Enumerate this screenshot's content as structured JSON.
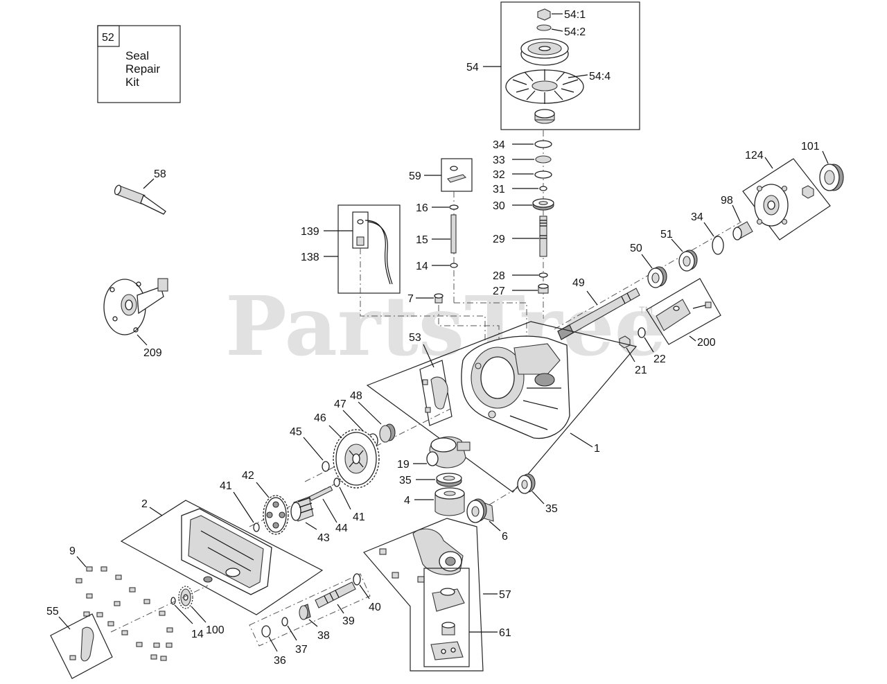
{
  "watermark": {
    "brand": "PartsTree",
    "tm": "TM"
  },
  "kit": {
    "number": "52",
    "line1": "Seal",
    "line2": "Repair",
    "line3": "Kit"
  },
  "callouts": {
    "c54_1": "54:1",
    "c54_2": "54:2",
    "c54": "54",
    "c54_4": "54:4",
    "c34a": "34",
    "c33": "33",
    "c32": "32",
    "c31": "31",
    "c30": "30",
    "c29": "29",
    "c28": "28",
    "c27": "27",
    "c59": "59",
    "c16": "16",
    "c15": "15",
    "c14a": "14",
    "c7": "7",
    "c139": "139",
    "c138": "138",
    "c58": "58",
    "c209": "209",
    "c124": "124",
    "c101": "101",
    "c98": "98",
    "c34b": "34",
    "c51": "51",
    "c50": "50",
    "c49": "49",
    "c200": "200",
    "c22": "22",
    "c21": "21",
    "c53": "53",
    "c1": "1",
    "c48": "48",
    "c47": "47",
    "c46": "46",
    "c45": "45",
    "c19": "19",
    "c35a": "35",
    "c35b": "35",
    "c4": "4",
    "c6": "6",
    "c42": "42",
    "c41a": "41",
    "c41b": "41",
    "c44": "44",
    "c43": "43",
    "c2": "2",
    "c9": "9",
    "c57": "57",
    "c61": "61",
    "c40": "40",
    "c39": "39",
    "c38": "38",
    "c37": "37",
    "c36": "36",
    "c100": "100",
    "c14b": "14",
    "c55": "55"
  }
}
